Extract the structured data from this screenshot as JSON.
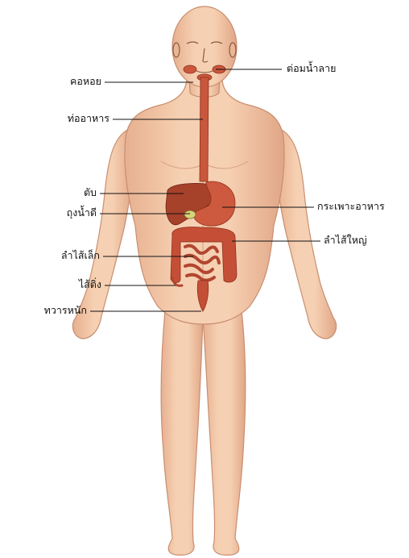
{
  "labels": {
    "throat": "คอหอย",
    "esophagus": "ท่ออาหาร",
    "liver": "ตับ",
    "gallbladder": "ถุงน้ำดี",
    "small_intestine": "ลำไส้เล็ก",
    "appendix": "ไส้ติ่ง",
    "anus": "ทวารหนัก",
    "salivary_gland": "ต่อมน้ำลาย",
    "stomach": "กระเพาะอาหาร",
    "large_intestine": "ลำไส้ใหญ่"
  },
  "colors": {
    "skin": "#f3c9a8",
    "skin_shadow": "#dda283",
    "organ": "#c8573c",
    "organ_dark": "#a63b26",
    "liver": "#a6412a",
    "line": "#111111"
  }
}
